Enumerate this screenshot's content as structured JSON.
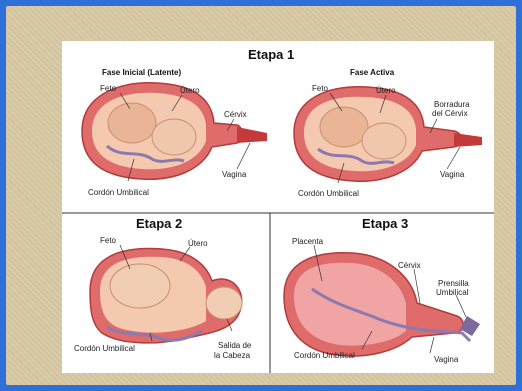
{
  "stage1": {
    "title": "Etapa 1",
    "latent": {
      "subtitle": "Fase Inicial (Latente)",
      "labels": {
        "feto": "Feto",
        "utero": "Útero",
        "cervix": "Cérvix",
        "vagina": "Vagina",
        "cordon": "Cordón Umbilical"
      }
    },
    "active": {
      "subtitle": "Fase Activa",
      "labels": {
        "feto": "Feto",
        "utero": "Útero",
        "borradura_1": "Borradura",
        "borradura_2": "del Cérvix",
        "vagina": "Vagina",
        "cordon": "Cordón Umbilical"
      }
    }
  },
  "stage2": {
    "title": "Etapa 2",
    "labels": {
      "feto": "Feto",
      "utero": "Útero",
      "cordon": "Cordón Umbilical",
      "salida_1": "Salida de",
      "salida_2": "la Cabeza"
    }
  },
  "stage3": {
    "title": "Etapa 3",
    "labels": {
      "placenta": "Placenta",
      "cervix": "Cérvix",
      "prensilla_1": "Prensilla",
      "prensilla_2": "Umbilical",
      "cordon": "Cordón Umbilical",
      "vagina": "Vagina"
    }
  }
}
